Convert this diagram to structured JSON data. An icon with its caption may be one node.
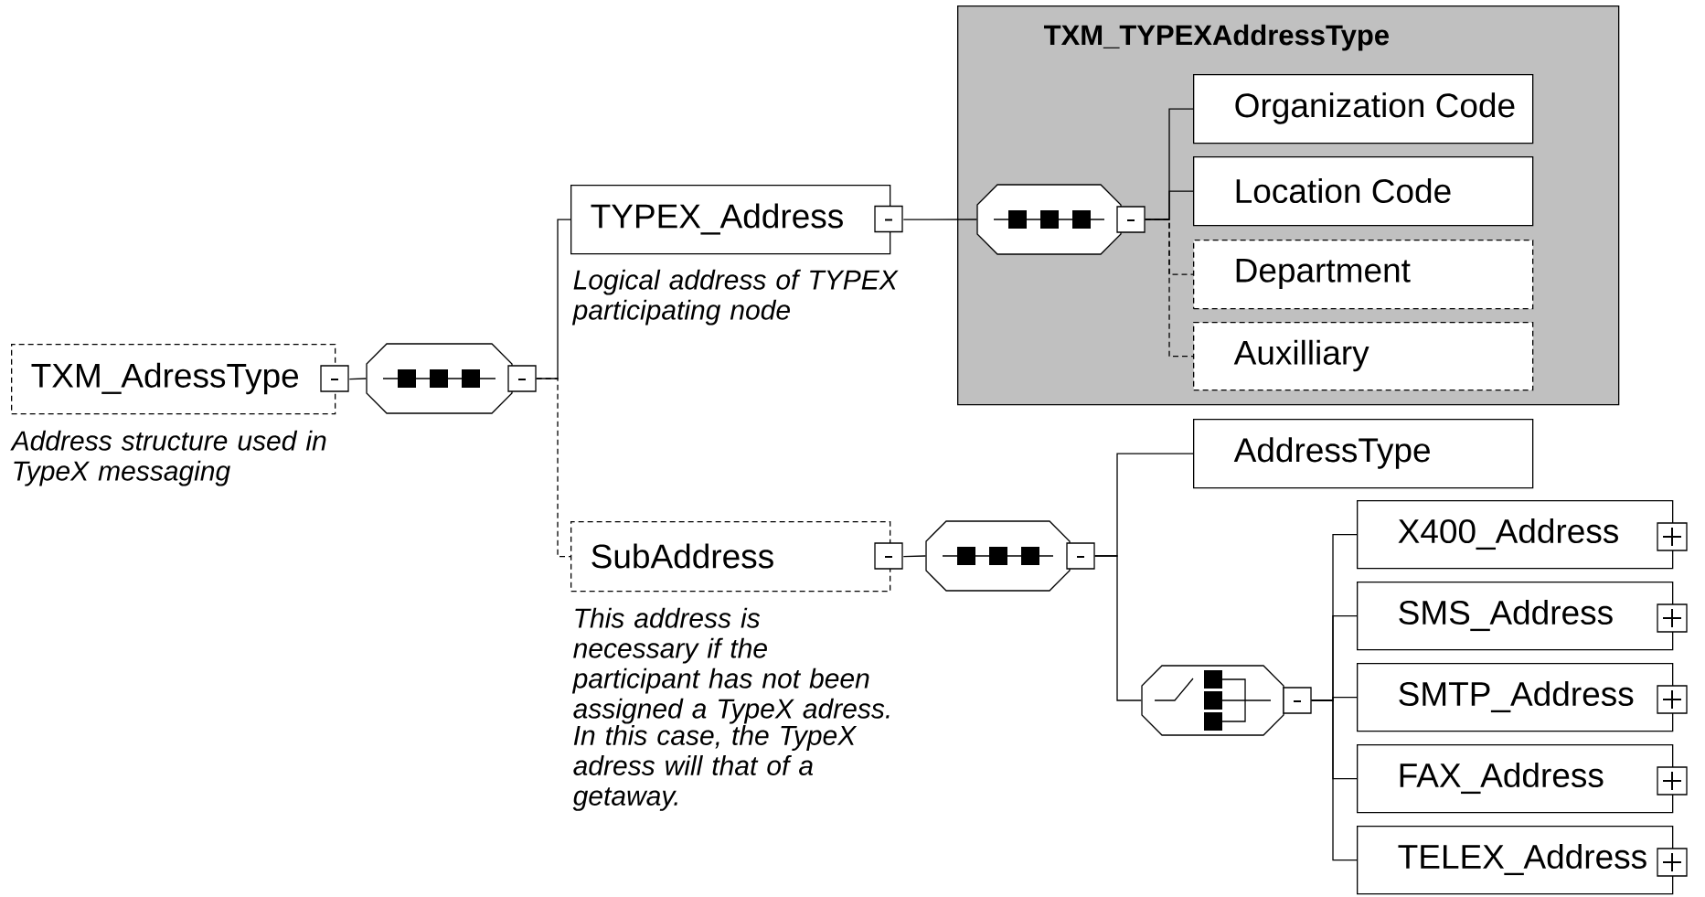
{
  "diagram": {
    "nodes": [
      {
        "text": [
          "TXM_AdressType"
        ],
        "beside": [
          "Address structure used in TypeX messaging"
        ]
      },
      {
        "text": [],
        "shape": "octagon"
      },
      {
        "text": [
          "TYPEX_Address"
        ],
        "beside": [
          "Logical address of TYPEX participating node"
        ]
      },
      {
        "text": [
          "SubAddress"
        ],
        "beside": [
          "This address is necessary if the participant has not been assigned a TypeX adress.",
          "In this case, the TypeX adress will that of a getaway."
        ]
      },
      {
        "text": [
          "TXM_TYPEXAddressType"
        ]
      },
      {
        "text": [],
        "shape": "octagon",
        "in": 4
      },
      {
        "text": [
          "Organization Code"
        ],
        "in": 4
      },
      {
        "text": [
          "Location Code"
        ],
        "in": 4
      },
      {
        "text": [
          "Department"
        ],
        "in": 4
      },
      {
        "text": [
          "Auxilliary"
        ],
        "in": 4
      },
      {
        "text": [],
        "shape": "octagon"
      },
      {
        "text": [
          "AddressType"
        ]
      },
      {
        "text": [],
        "shape": "octagon"
      },
      {
        "text": [
          "X400_Address"
        ]
      },
      {
        "text": [
          "SMS_Address"
        ]
      },
      {
        "text": [
          "SMTP_Address"
        ]
      },
      {
        "text": [
          "FAX_Address"
        ]
      },
      {
        "text": [
          "TELEX_Address"
        ]
      }
    ],
    "edges": [
      {
        "from": 0,
        "to": 1,
        "arrow": "none"
      },
      {
        "from": 1,
        "to": 2,
        "arrow": "none"
      },
      {
        "from": 1,
        "to": 3,
        "arrow": "none",
        "style": "dashed"
      },
      {
        "from": 2,
        "to": 5,
        "arrow": "none"
      },
      {
        "from": 5,
        "to": 6,
        "arrow": "none"
      },
      {
        "from": 5,
        "to": 7,
        "arrow": "none"
      },
      {
        "from": 5,
        "to": 8,
        "arrow": "none",
        "style": "dashed"
      },
      {
        "from": 5,
        "to": 9,
        "arrow": "none",
        "style": "dashed"
      },
      {
        "from": 3,
        "to": 10,
        "arrow": "none"
      },
      {
        "from": 10,
        "to": 11,
        "arrow": "none"
      },
      {
        "from": 10,
        "to": 12,
        "arrow": "none"
      },
      {
        "from": 12,
        "to": 13,
        "arrow": "none"
      },
      {
        "from": 12,
        "to": 14,
        "arrow": "none"
      },
      {
        "from": 12,
        "to": 15,
        "arrow": "none"
      },
      {
        "from": 12,
        "to": 16,
        "arrow": "none"
      },
      {
        "from": 12,
        "to": 17,
        "arrow": "none"
      }
    ]
  }
}
